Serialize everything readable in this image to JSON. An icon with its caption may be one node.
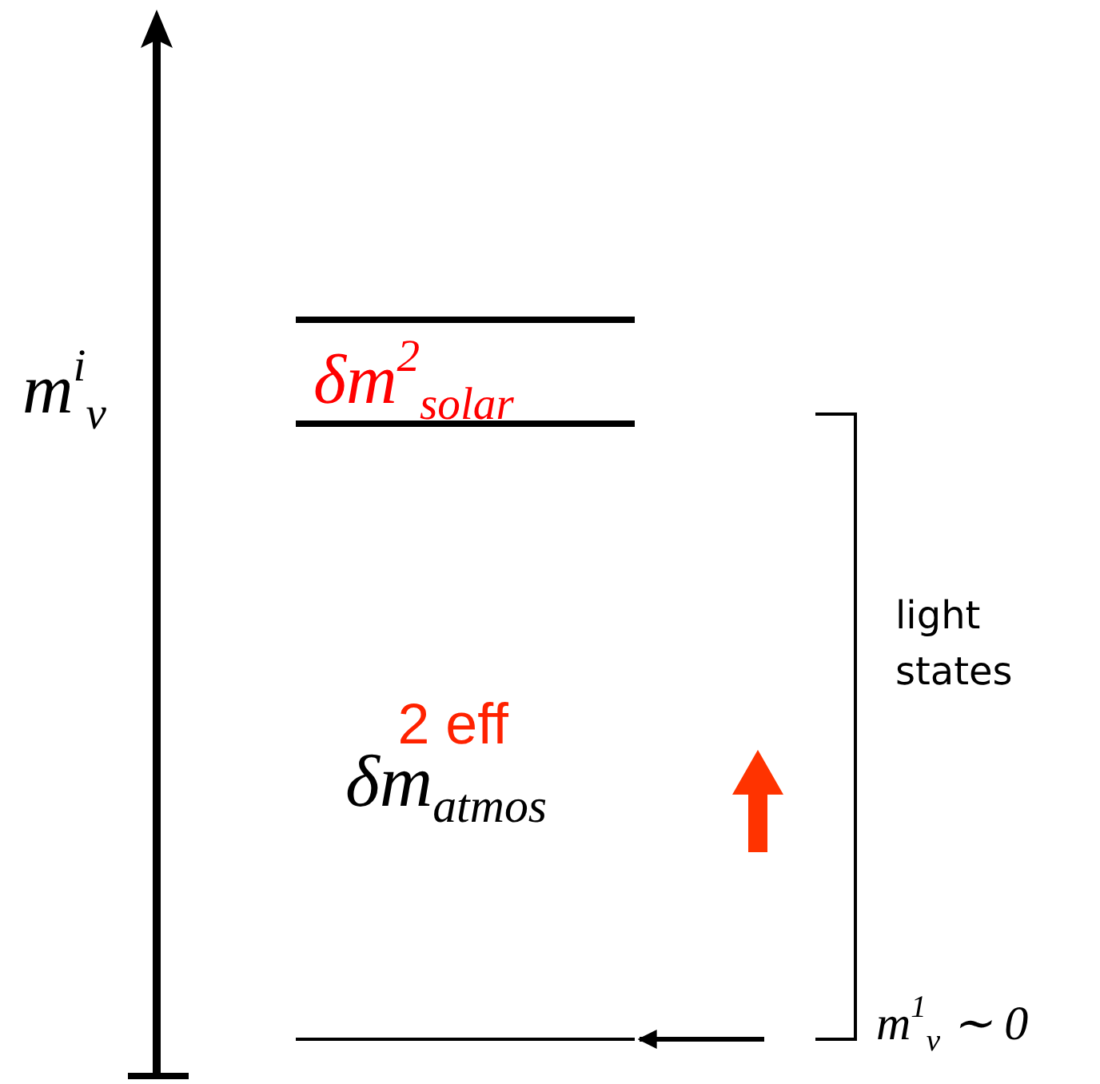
{
  "diagram": {
    "nodes": [
      {
        "text": [],
        "shape": "bar"
      },
      {
        "text": [],
        "shape": "bar"
      },
      {
        "text": [],
        "shape": "bar"
      }
    ],
    "edges": [
      {
        "from": null,
        "to": 2,
        "arrow": "to"
      }
    ],
    "labels": [
      "m$^{i}$$_{ν}$",
      "δm$^{2}$$_{solar}$",
      "δm$_{atmos}$$^{2 eff}$",
      "light states",
      "m$^{1}$$_{ν}$ ∼ 0"
    ]
  }
}
